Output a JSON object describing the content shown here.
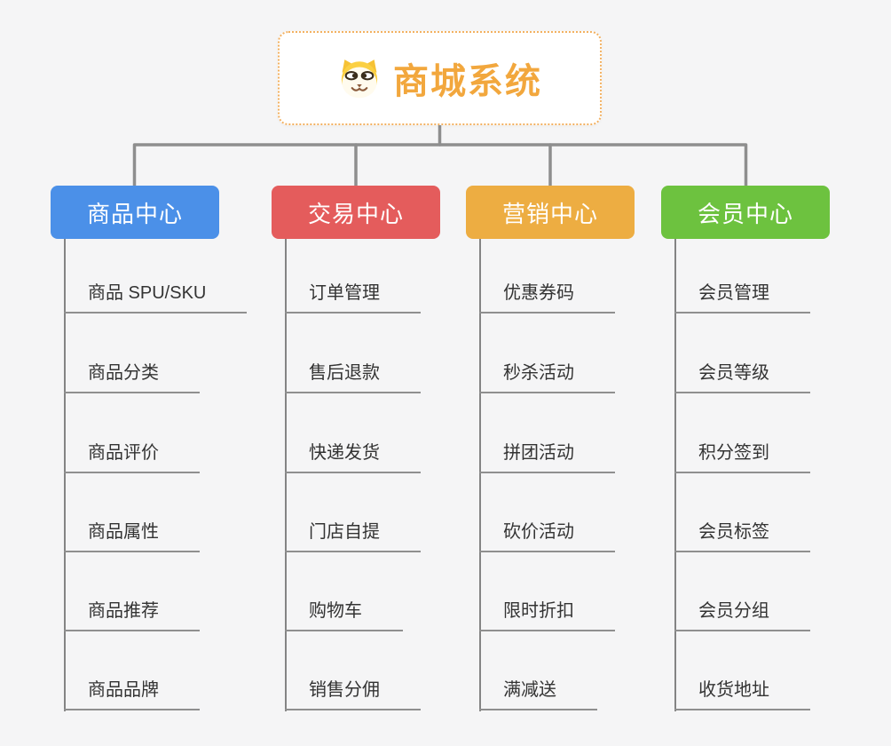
{
  "canvas": {
    "background": "#f5f5f6",
    "connector_color": "#8e8e8e",
    "underline_color": "#8f8f8f"
  },
  "root": {
    "label": "商城系统",
    "icon": "dog-face-icon",
    "text_color": "#f2a73d",
    "border_color": "#f3b161",
    "background": "#ffffff"
  },
  "branches": [
    {
      "label": "商品中心",
      "color": "#4b90e8",
      "items": [
        "商品 SPU/SKU",
        "商品分类",
        "商品评价",
        "商品属性",
        "商品推荐",
        "商品品牌"
      ]
    },
    {
      "label": "交易中心",
      "color": "#e45c5c",
      "items": [
        "订单管理",
        "售后退款",
        "快递发货",
        "门店自提",
        "购物车",
        "销售分佣"
      ]
    },
    {
      "label": "营销中心",
      "color": "#edad42",
      "items": [
        "优惠券码",
        "秒杀活动",
        "拼团活动",
        "砍价活动",
        "限时折扣",
        "满减送"
      ]
    },
    {
      "label": "会员中心",
      "color": "#6dc23f",
      "items": [
        "会员管理",
        "会员等级",
        "积分签到",
        "会员标签",
        "会员分组",
        "收货地址"
      ]
    }
  ]
}
